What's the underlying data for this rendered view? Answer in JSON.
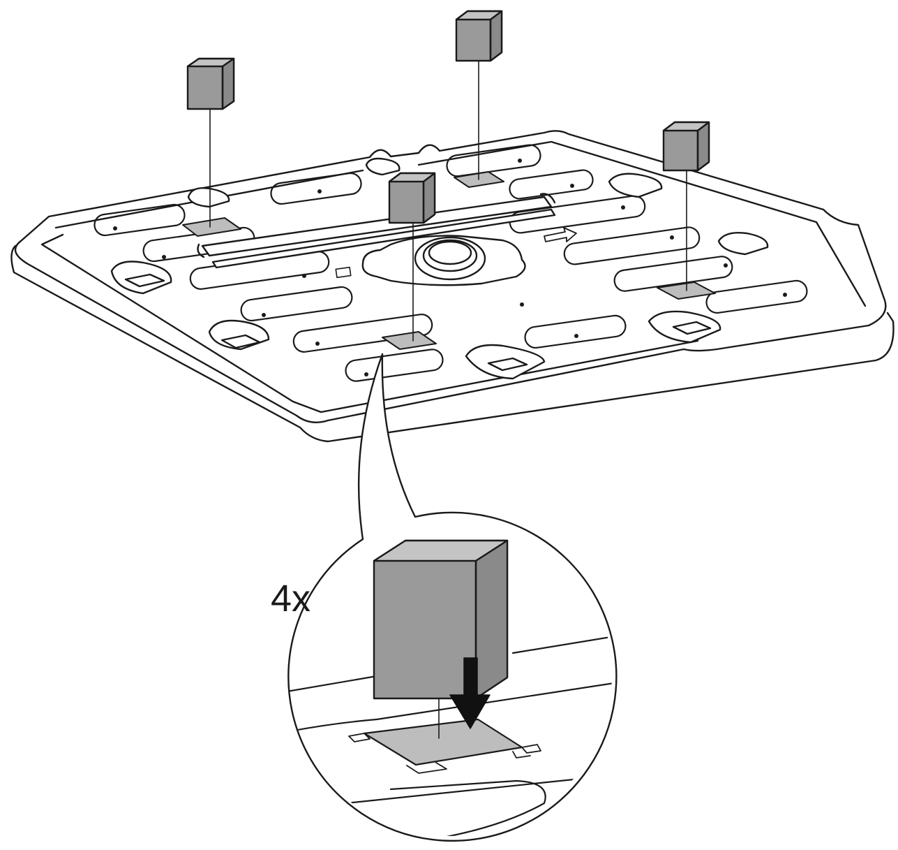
{
  "figure": {
    "quantity_label": "4x",
    "parts": [
      {
        "name": "foam-pad-back-left",
        "shape": "cube"
      },
      {
        "name": "foam-pad-back-center",
        "shape": "cube"
      },
      {
        "name": "foam-pad-right",
        "shape": "cube"
      },
      {
        "name": "foam-pad-front-center",
        "shape": "cube"
      }
    ],
    "colors": {
      "line": "#1a1a1a",
      "pad_front": "#9a9a9a",
      "pad_side": "#8a8a8a",
      "pad_top": "#c4c4c4",
      "target_area": "#bdbdbd",
      "plate": "#ffffff"
    }
  }
}
